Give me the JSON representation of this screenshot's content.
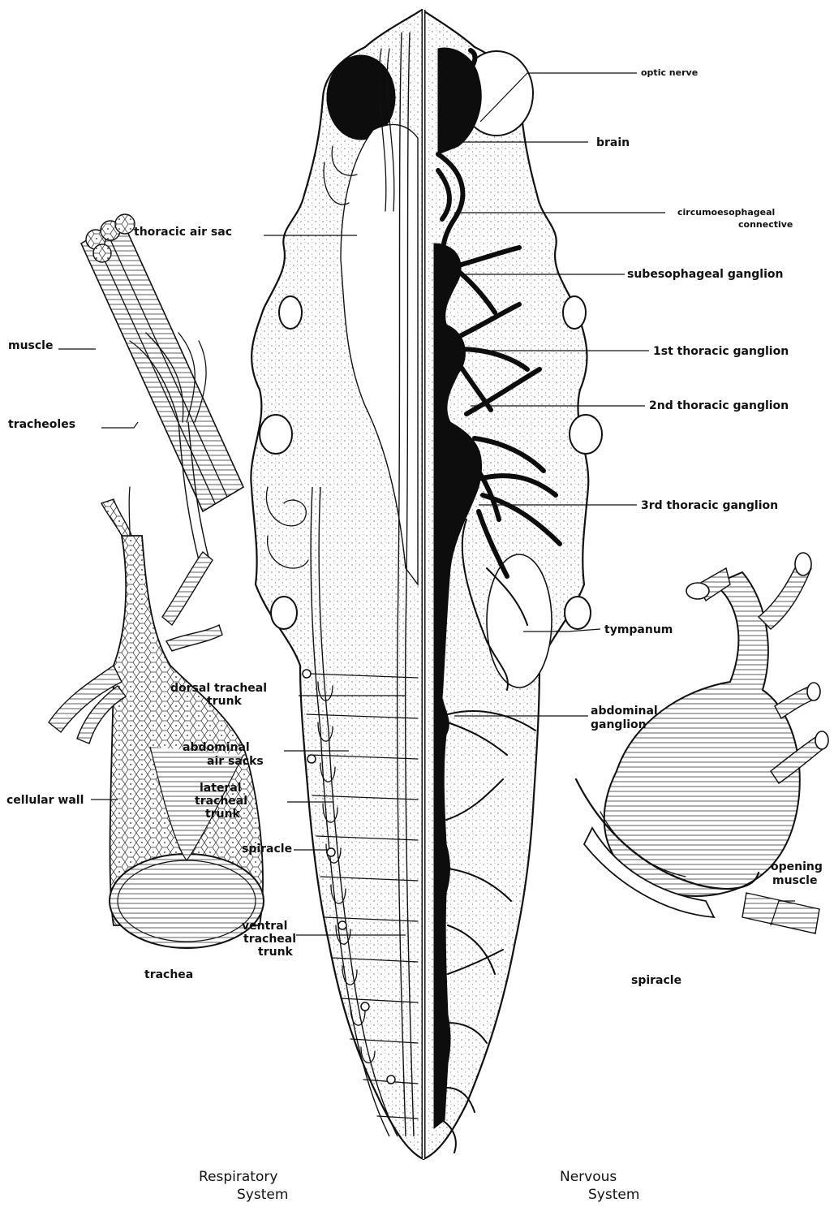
{
  "figure": {
    "respiratory_labels": {
      "thoracic_air_sac": "thoracic air sac",
      "muscle": "muscle",
      "tracheoles": "tracheoles",
      "dorsal_tracheal_trunk_1": "dorsal tracheal",
      "dorsal_tracheal_trunk_2": "trunk",
      "abdominal_air_sacks_1": "abdominal",
      "abdominal_air_sacks_2": "air sacks",
      "lateral_tracheal_trunk_1": "lateral",
      "lateral_tracheal_trunk_2": "tracheal",
      "lateral_tracheal_trunk_3": "trunk",
      "spiracle": "spiracle",
      "cellular_wall": "cellular wall",
      "ventral_tracheal_trunk_1": "ventral",
      "ventral_tracheal_trunk_2": "tracheal",
      "ventral_tracheal_trunk_3": "trunk",
      "trachea": "trachea"
    },
    "nervous_labels": {
      "optic_nerve": "optic nerve",
      "brain": "brain",
      "circumoesophageal_1": "circumoesophageal",
      "circumoesophageal_2": "connective",
      "subesophageal_ganglion": "subesophageal ganglion",
      "thoracic_ganglion_1": "1st thoracic ganglion",
      "thoracic_ganglion_2": "2nd thoracic ganglion",
      "thoracic_ganglion_3": "3rd thoracic ganglion",
      "tympanum": "tympanum",
      "abdominal_ganglion_1": "abdominal",
      "abdominal_ganglion_2": "ganglion",
      "opening_muscle_1": "opening",
      "opening_muscle_2": "muscle",
      "spiracle_detail": "spiracle"
    },
    "captions": {
      "respiratory_1": "Respiratory",
      "respiratory_2": "System",
      "nervous_1": "Nervous",
      "nervous_2": "System"
    }
  },
  "colors": {
    "ink": "#111111",
    "paper": "#ffffff"
  }
}
